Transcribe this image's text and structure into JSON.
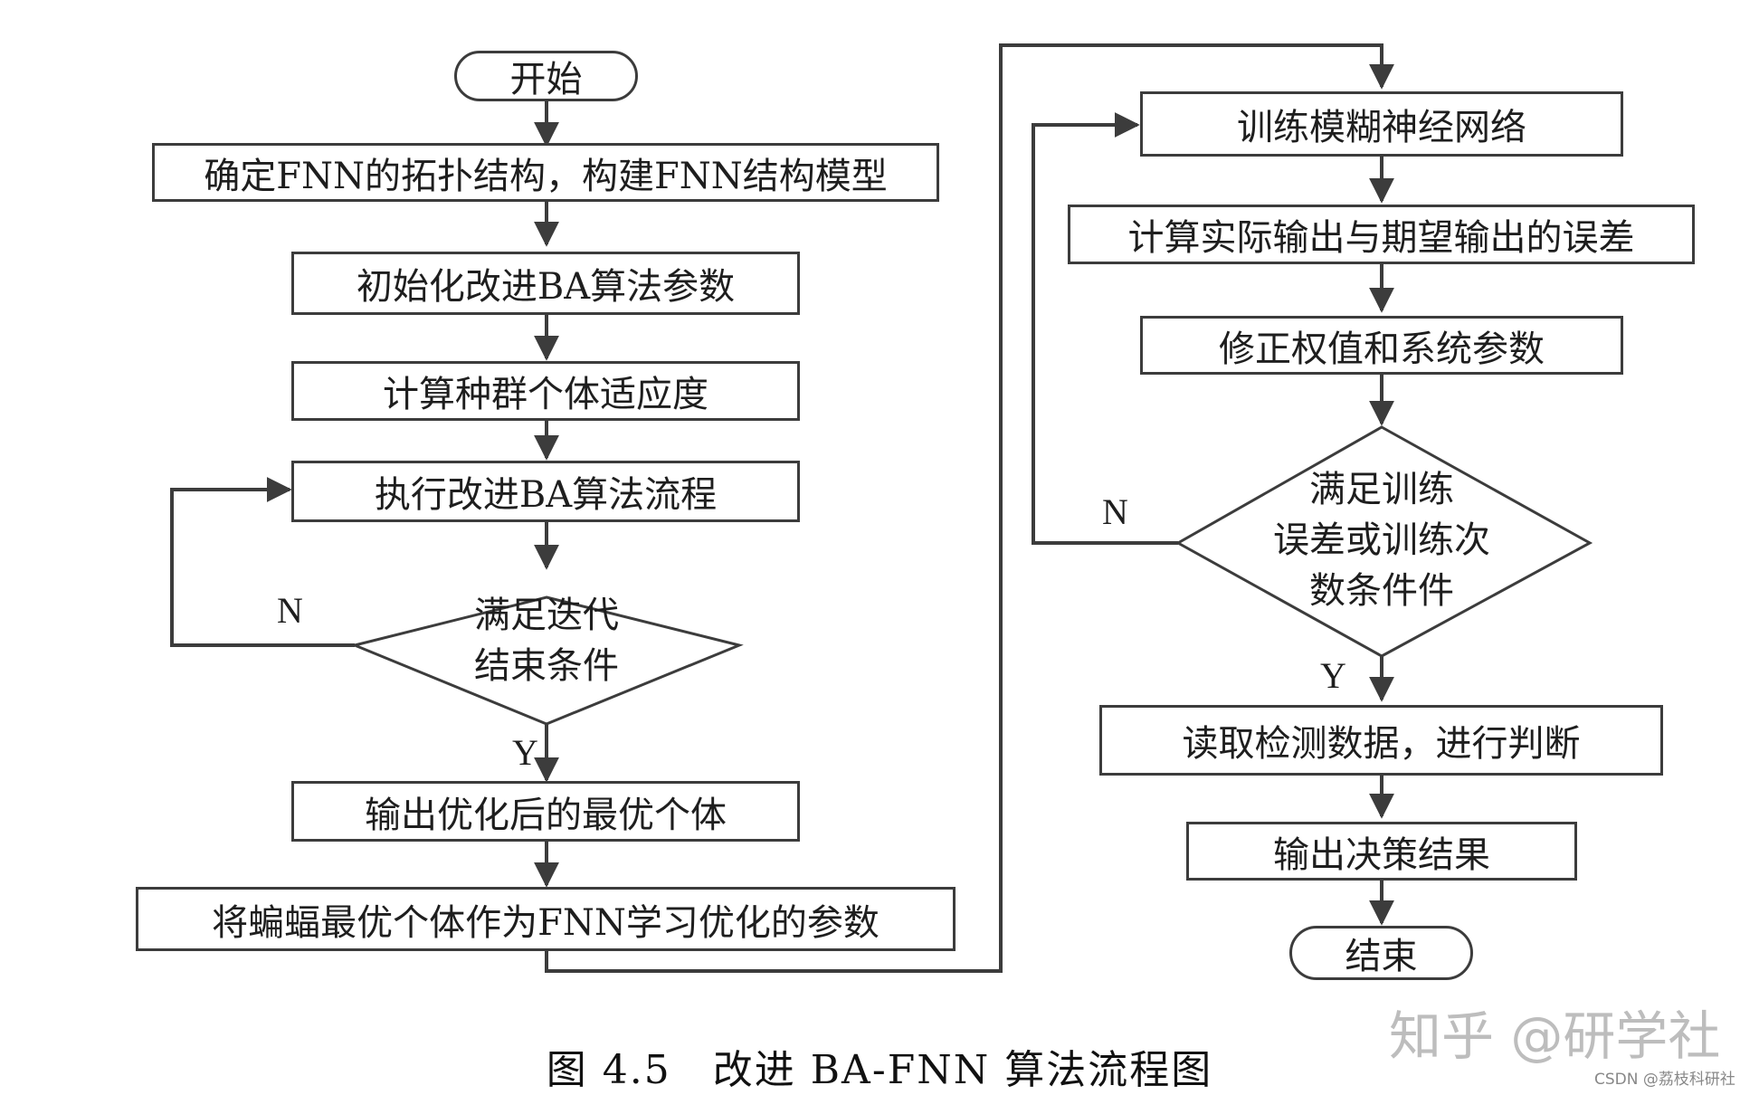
{
  "nodes": {
    "start": "开始",
    "define_topology": "确定FNN的拓扑结构，构建FNN结构模型",
    "init_params": "初始化改进BA算法参数",
    "calc_fitness": "计算种群个体适应度",
    "run_improved_ba": "执行改进BA算法流程",
    "check_iter": [
      "满足迭代",
      "结束条件"
    ],
    "output_best": "输出优化后的最优个体",
    "bat_as_params": "将蝙蝠最优个体作为FNN学习优化的参数",
    "train_fnn": "训练模糊神经网络",
    "calc_error": "计算实际输出与期望输出的误差",
    "correct_weights": "修正权值和系统参数",
    "check_training": [
      "满足训练",
      "误差或训练次",
      "数条件件"
    ],
    "read_data": "读取检测数据，进行判断",
    "output_decision": "输出决策结果",
    "end": "结束"
  },
  "labels": {
    "no": "N",
    "yes": "Y"
  },
  "caption": "图 4.5　改进 BA-FNN 算法流程图",
  "watermark": "知乎 @研学社",
  "source_tag": "CSDN @荔枝科研社"
}
